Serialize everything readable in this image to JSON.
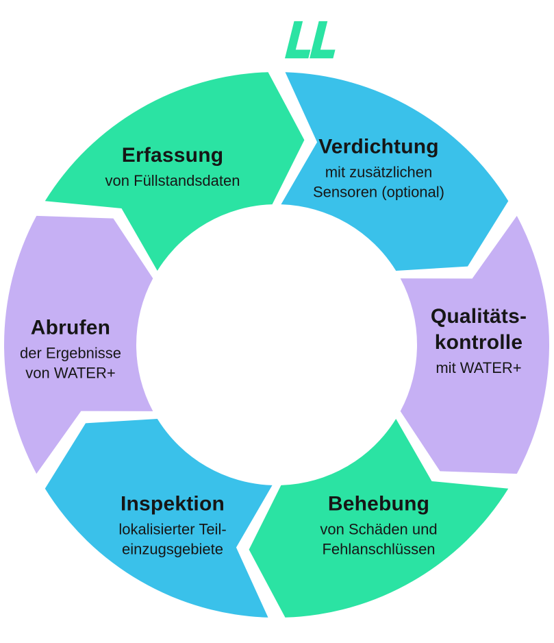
{
  "logo": {
    "icon": "double-l-logo",
    "color": "#2be3a3"
  },
  "colors": {
    "green": "#2be3a3",
    "cyan": "#3ac1ea",
    "purple": "#c6b0f4",
    "text": "#161616",
    "background": "#ffffff"
  },
  "cycle": {
    "type": "circular-process-diagram",
    "direction": "clockwise",
    "segments": [
      {
        "id": "erfassung",
        "title": "Erfassung",
        "subtitle": "von Füllstandsdaten",
        "color_key": "green"
      },
      {
        "id": "verdichtung",
        "title": "Verdichtung",
        "subtitle": "mit zusätzlichen\nSensoren (optional)",
        "color_key": "cyan"
      },
      {
        "id": "qualitaetskontrolle",
        "title": "Qualitäts-\nkontrolle",
        "subtitle": "mit WATER+",
        "color_key": "purple"
      },
      {
        "id": "behebung",
        "title": "Behebung",
        "subtitle": "von Schäden und\nFehlanschlüssen",
        "color_key": "green"
      },
      {
        "id": "inspektion",
        "title": "Inspektion",
        "subtitle": "lokalisierter Teil-\neinzugsgebiete",
        "color_key": "cyan"
      },
      {
        "id": "abrufen",
        "title": "Abrufen",
        "subtitle": "der Ergebnisse\nvon WATER+",
        "color_key": "purple"
      }
    ]
  }
}
